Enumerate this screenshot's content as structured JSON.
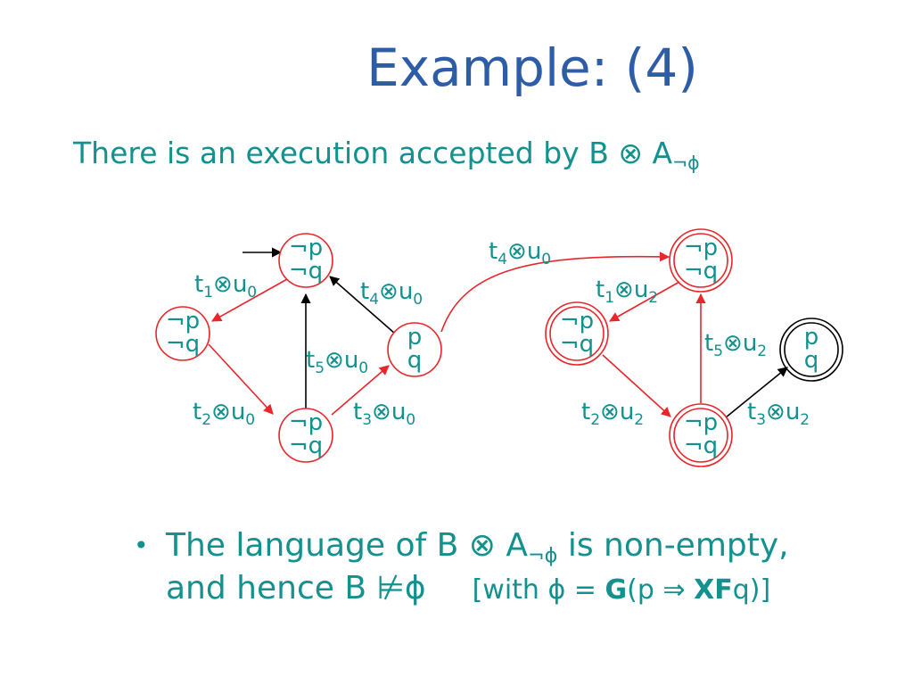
{
  "slide": {
    "title": "Example: (4)",
    "subtitle": {
      "text": "There is an execution accepted by B ⊗ A",
      "sub": "¬ϕ"
    },
    "bullet": {
      "marker": "•",
      "line1_a": "The language of B ⊗ A",
      "line1_sub": "¬ϕ",
      "line1_b": " is non-empty,",
      "line2_a": "and hence B ⊭ϕ",
      "formula_open": "[with ϕ = ",
      "formula_G": "G",
      "formula_mid": "(p ⇒ ",
      "formula_XF": "XF",
      "formula_close": "q)]"
    }
  },
  "diagram": {
    "colors": {
      "state": "#e8262b",
      "accept": "#000000",
      "label": "#12918f",
      "black_edge": "#000000"
    },
    "states": [
      {
        "id": "L_top",
        "line1": "¬p",
        "line2": "¬q"
      },
      {
        "id": "L_left",
        "line1": "¬p",
        "line2": "¬q"
      },
      {
        "id": "L_bottom",
        "line1": "¬p",
        "line2": "¬q"
      },
      {
        "id": "L_right",
        "line1": "p",
        "line2": "q"
      },
      {
        "id": "R_top",
        "line1": "¬p",
        "line2": "¬q"
      },
      {
        "id": "R_left",
        "line1": "¬p",
        "line2": "¬q"
      },
      {
        "id": "R_bottom",
        "line1": "¬p",
        "line2": "¬q"
      },
      {
        "id": "R_right",
        "line1": "p",
        "line2": "q"
      }
    ],
    "edge_labels": [
      {
        "id": "L_t1u0",
        "t": "t",
        "ti": "1",
        "u": "u",
        "ui": "0"
      },
      {
        "id": "L_t4u0",
        "t": "t",
        "ti": "4",
        "u": "u",
        "ui": "0"
      },
      {
        "id": "L_t5u0",
        "t": "t",
        "ti": "5",
        "u": "u",
        "ui": "0"
      },
      {
        "id": "L_t2u0",
        "t": "t",
        "ti": "2",
        "u": "u",
        "ui": "0"
      },
      {
        "id": "L_t3u0",
        "t": "t",
        "ti": "3",
        "u": "u",
        "ui": "0"
      },
      {
        "id": "X_t4u0",
        "t": "t",
        "ti": "4",
        "u": "u",
        "ui": "0"
      },
      {
        "id": "R_t1u2",
        "t": "t",
        "ti": "1",
        "u": "u",
        "ui": "2"
      },
      {
        "id": "R_t5u2",
        "t": "t",
        "ti": "5",
        "u": "u",
        "ui": "2"
      },
      {
        "id": "R_t2u2",
        "t": "t",
        "ti": "2",
        "u": "u",
        "ui": "2"
      },
      {
        "id": "R_t3u2",
        "t": "t",
        "ti": "3",
        "u": "u",
        "ui": "2"
      }
    ],
    "otimes": "⊗"
  }
}
